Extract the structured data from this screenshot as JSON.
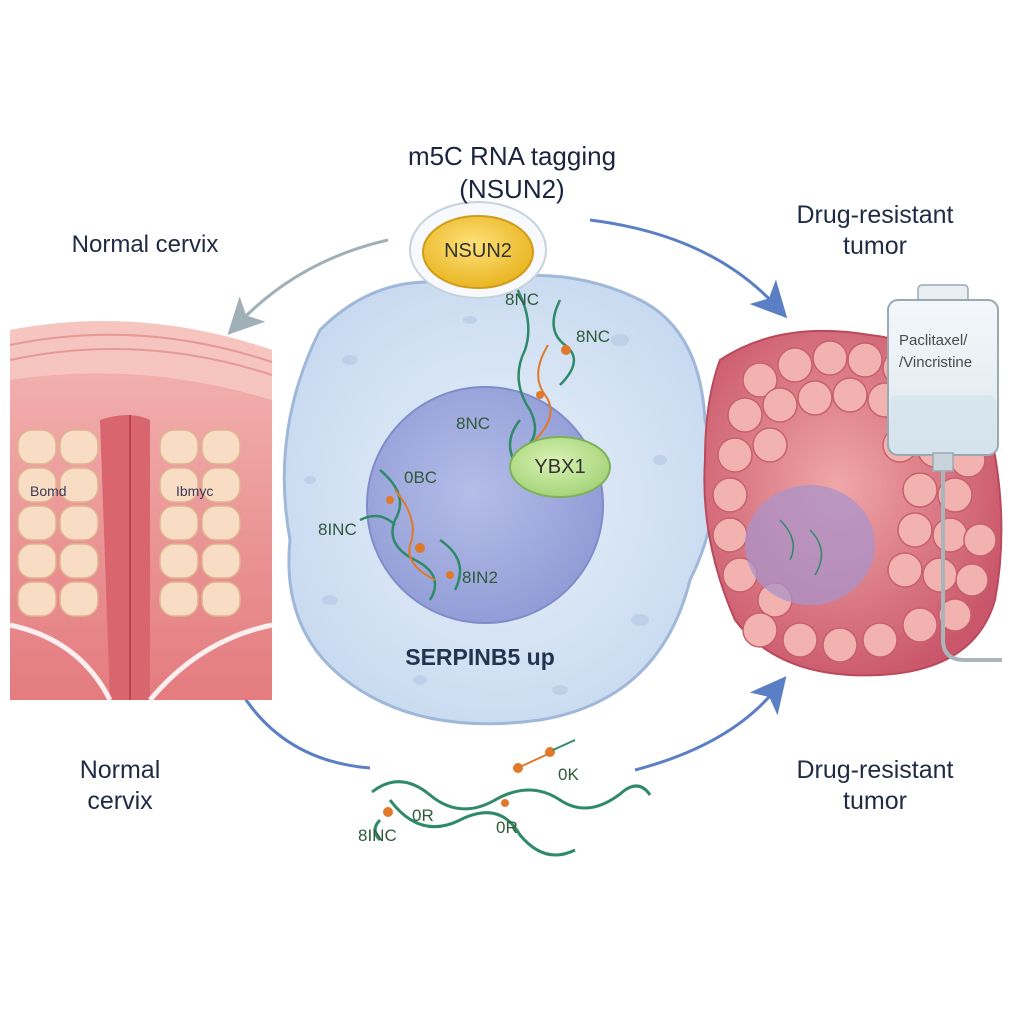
{
  "center_title": {
    "line1": "m5C RNA tagging",
    "line2": "(NSUN2)"
  },
  "labels": {
    "normal_top": "Normal cervix",
    "normal_bottom_1": "Normal",
    "normal_bottom_2": "cervix",
    "resist_top_1": "Drug-resistant",
    "resist_top_2": "tumor",
    "resist_bottom_1": "Drug-resistant",
    "resist_bottom_2": "tumor",
    "serpin": "SERPINB5 up"
  },
  "proteins": {
    "nsun2": "NSUN2",
    "ybx1": "YBX1"
  },
  "rna_tags": [
    "8NC",
    "8NC",
    "8NC",
    "0BC",
    "8INC",
    "8IN2",
    "8INC",
    "0R",
    "0R",
    "0K"
  ],
  "tissue_cells": [
    "Bomd",
    "Ibmyc"
  ],
  "iv_bag": {
    "line1": "Paclitaxel/",
    "line2": "/Vincristine"
  },
  "colors": {
    "arrow": "#5b7fc4",
    "arrow_gray": "#9fb0b6",
    "cell_fill": "#dfeaf6",
    "nucleus_fill": "#a9b4e2",
    "nsun2": "#f2c63a",
    "ybx1": "#b7e08a",
    "tumor": "#d86a7a",
    "rna": "#2f8a6a"
  }
}
